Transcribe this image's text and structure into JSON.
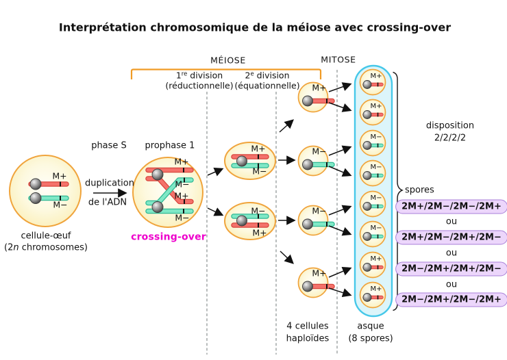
{
  "title": "Interprétation chromosomique de la méiose avec crossing-over",
  "header": {
    "meiose": "MÉIOSE",
    "mitose": "MITOSE",
    "division1": {
      "base": "1",
      "sup": "re",
      "rest": " division",
      "detail": "(réductionnelle)"
    },
    "division2": {
      "base": "2",
      "sup": "e",
      "rest": " division",
      "detail": "(équationnelle)"
    }
  },
  "phase_s": {
    "label": "phase S",
    "arrow_line1": "duplication",
    "arrow_line2": "de l'ADN"
  },
  "egg_cell": {
    "chromosomes": [
      {
        "label": "M+",
        "color": "red"
      },
      {
        "label": "M−",
        "color": "teal"
      }
    ],
    "caption_line1": "cellule-œuf",
    "caption_pre": "(2",
    "caption_italic": "n",
    "caption_post": " chromosomes)"
  },
  "prophase": {
    "label": "prophase 1",
    "chromatids": [
      {
        "label": "M+",
        "color": "red"
      },
      {
        "label": "M−",
        "color": "teal"
      },
      {
        "label": "M+",
        "color": "red"
      },
      {
        "label": "M−",
        "color": "teal"
      }
    ],
    "caption": "crossing-over"
  },
  "after_division1": [
    {
      "top": {
        "label": "M+",
        "color": "red"
      },
      "bottom": {
        "label": "M−",
        "color": "teal"
      }
    },
    {
      "top": {
        "label": "M−",
        "color": "teal"
      },
      "bottom": {
        "label": "M+",
        "color": "red"
      }
    }
  ],
  "haploid_cells": {
    "cells": [
      {
        "label": "M+",
        "color": "red"
      },
      {
        "label": "M−",
        "color": "teal"
      },
      {
        "label": "M−",
        "color": "teal"
      },
      {
        "label": "M+",
        "color": "red"
      }
    ],
    "caption_line1": "4 cellules",
    "caption_line2": "haploïdes"
  },
  "asque": {
    "spores": [
      {
        "label": "M+",
        "color": "red"
      },
      {
        "label": "M+",
        "color": "red"
      },
      {
        "label": "M−",
        "color": "teal"
      },
      {
        "label": "M−",
        "color": "teal"
      },
      {
        "label": "M−",
        "color": "teal"
      },
      {
        "label": "M−",
        "color": "teal"
      },
      {
        "label": "M+",
        "color": "red"
      },
      {
        "label": "M+",
        "color": "red"
      }
    ],
    "caption_line1": "asque",
    "caption_line2": "(8 spores)",
    "brace_label": "spores"
  },
  "disposition": {
    "line1": "disposition",
    "line2": "2/2/2/2"
  },
  "combinations": {
    "pills": [
      "2M+/2M−/2M−/2M+",
      "2M+/2M−/2M+/2M−",
      "2M−/2M+/2M+/2M−",
      "2M−/2M+/2M−/2M+"
    ],
    "separator": "ou"
  },
  "colors": {
    "cell_fill": "#fdf4c8",
    "cell_border": "#f0a43c",
    "chromosome_red": "#f4726b",
    "chromosome_red_outline": "#d8453c",
    "chromosome_teal": "#7fe8c6",
    "chromosome_teal_outline": "#2eb894",
    "centromere_gray": "#8a8a8a",
    "asque_fill": "#dcf5fa",
    "asque_border": "#46c8e9",
    "pill_fill": "#ecd6fb",
    "pill_border": "#a87fd8",
    "crossing_over_text": "#ee00cc",
    "bracket_orange": "#f09b25",
    "dashed_line": "#9aa0a0"
  }
}
